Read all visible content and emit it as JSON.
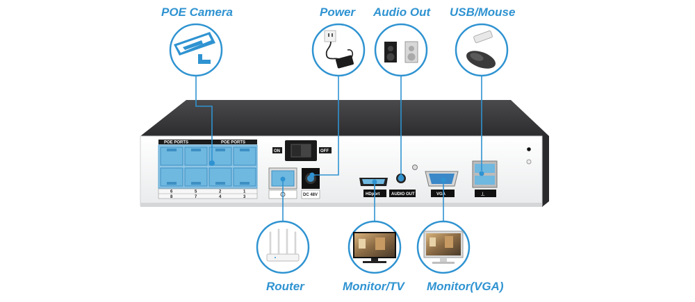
{
  "title": "NVR rear panel connection diagram",
  "colors": {
    "accent": "#2f93d1",
    "port_blue": "#6fb8e0",
    "chassis_top": "#3a3a3c",
    "panel": "#f3f4f5"
  },
  "labels": {
    "poe_camera": "POE Camera",
    "power": "Power",
    "audio_out": "Audio Out",
    "usb_mouse": "USB/Mouse",
    "router": "Router",
    "monitor_tv": "Monitor/TV",
    "monitor_vga": "Monitor(VGA)"
  },
  "panel_text": {
    "poe_ports_left": "POE PORTS",
    "poe_ports_right": "POE PORTS",
    "port_numbers_top": [
      "6",
      "5",
      "2",
      "1"
    ],
    "port_numbers_bottom": [
      "8",
      "7",
      "4",
      "3"
    ],
    "switch_on": "ON",
    "switch_off": "OFF",
    "dc": "DC 48V",
    "hdmi": "HDport",
    "audio": "AUDIO OUT",
    "vga": "VGA"
  },
  "icons": {
    "poe_camera": "cctv-camera-icon",
    "power": "power-adapter-icon",
    "audio_out": "speakers-icon",
    "usb_mouse": "mouse-icon",
    "router": "router-icon",
    "monitor_tv": "tv-monitor-icon",
    "monitor_vga": "vga-monitor-icon"
  }
}
